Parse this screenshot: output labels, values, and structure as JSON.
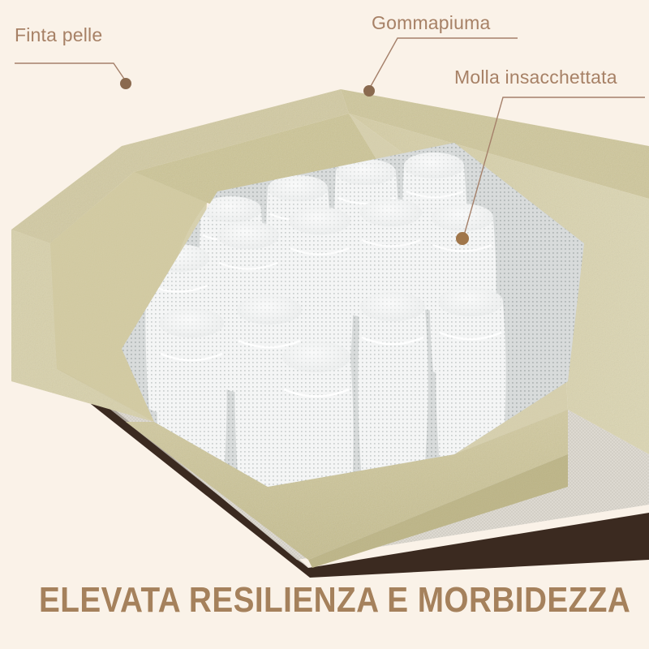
{
  "background_color": "#faf2e8",
  "callouts": [
    {
      "id": "finta-pelle",
      "label": "Finta pelle",
      "target": "outer upholstery / faux leather cover",
      "dot": [
        155,
        103
      ],
      "color": "#a78166"
    },
    {
      "id": "gommapiuma",
      "label": "Gommapiuma",
      "target": "foam surround block",
      "dot": [
        455,
        112
      ],
      "color": "#a78166"
    },
    {
      "id": "molla-insacchettata",
      "label": "Molla insacchettata",
      "target": "pocket spring unit",
      "dot": [
        570,
        295
      ],
      "color": "#a78166"
    }
  ],
  "headline": {
    "text": "ELEVATA RESILIENZA E MORBIDEZZA",
    "color": "#a5815c"
  },
  "materials": {
    "foam_top": "#cfc79b",
    "foam_side_light": "#d6cfa8",
    "foam_side_dark": "#c4bb8e",
    "foam_inner_wall": "#d2caa0",
    "spring_fabric": "#f2f3f3",
    "spring_shadow": "#c9ccca",
    "base_fabric": "#dedad2",
    "base_trim": "#3c2a20"
  },
  "spring_count_visible": 14
}
